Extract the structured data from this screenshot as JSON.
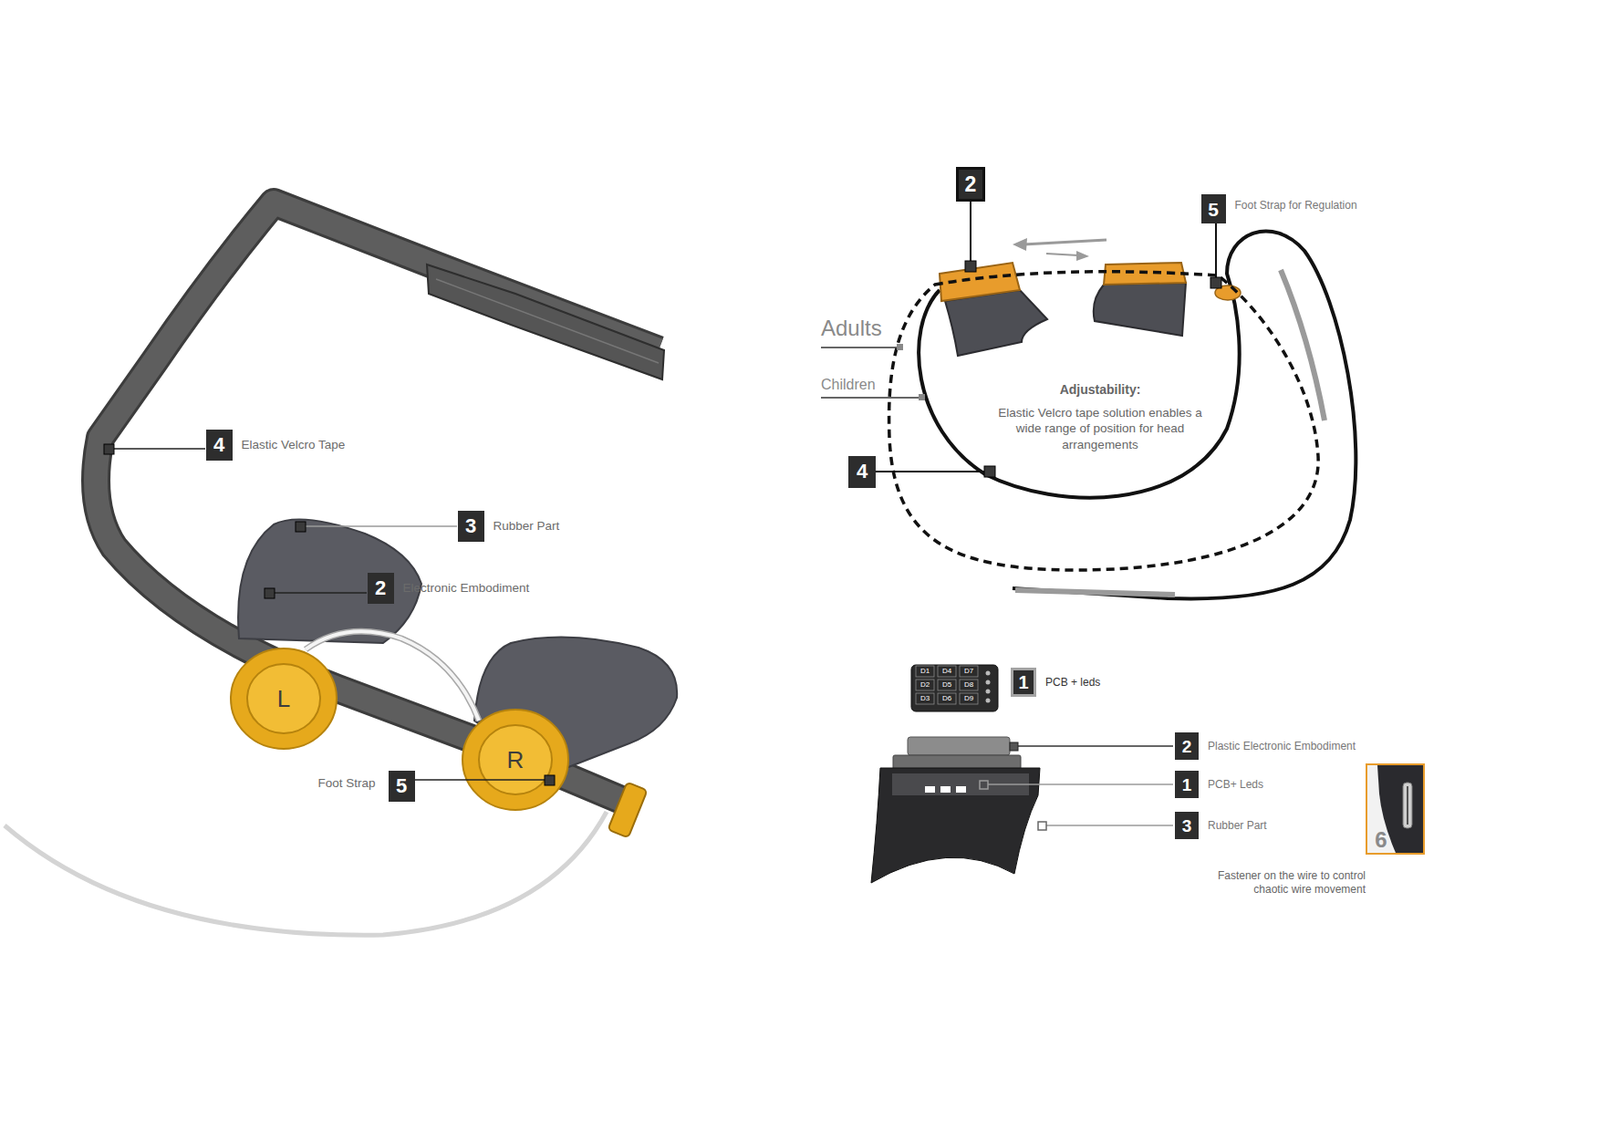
{
  "diagram": {
    "nodes": [
      {
        "text": [
          "4",
          "Elastic Velcro Tape"
        ]
      },
      {
        "text": [
          "3",
          "Rubber Part"
        ]
      },
      {
        "text": [
          "2",
          "Electronic Embodiment"
        ]
      },
      {
        "text": [
          "5",
          "Foot Strap"
        ]
      },
      {
        "text": [
          "2"
        ]
      },
      {
        "text": [
          "5",
          "Foot Strap for Regulation"
        ]
      },
      {
        "text": [
          "4"
        ]
      },
      {
        "text": [
          "1",
          "PCB + leds"
        ]
      },
      {
        "text": [
          "2",
          "Plastic Electronic Embodiment"
        ]
      },
      {
        "text": [
          "1",
          "PCB+ Leds"
        ]
      },
      {
        "text": [
          "3",
          "Rubber Part"
        ]
      },
      {
        "text": [
          "6",
          "Fastener on the wire to control chaotic wire movement"
        ]
      }
    ],
    "labels": [
      "L",
      "R",
      "Adults",
      "Children",
      "Adjustability:",
      "Elastic Velcro tape solution enables a wide range of position for head arrangements",
      "D1",
      "D2",
      "D3",
      "D4",
      "D5",
      "D6",
      "D7",
      "D8",
      "D9"
    ]
  }
}
